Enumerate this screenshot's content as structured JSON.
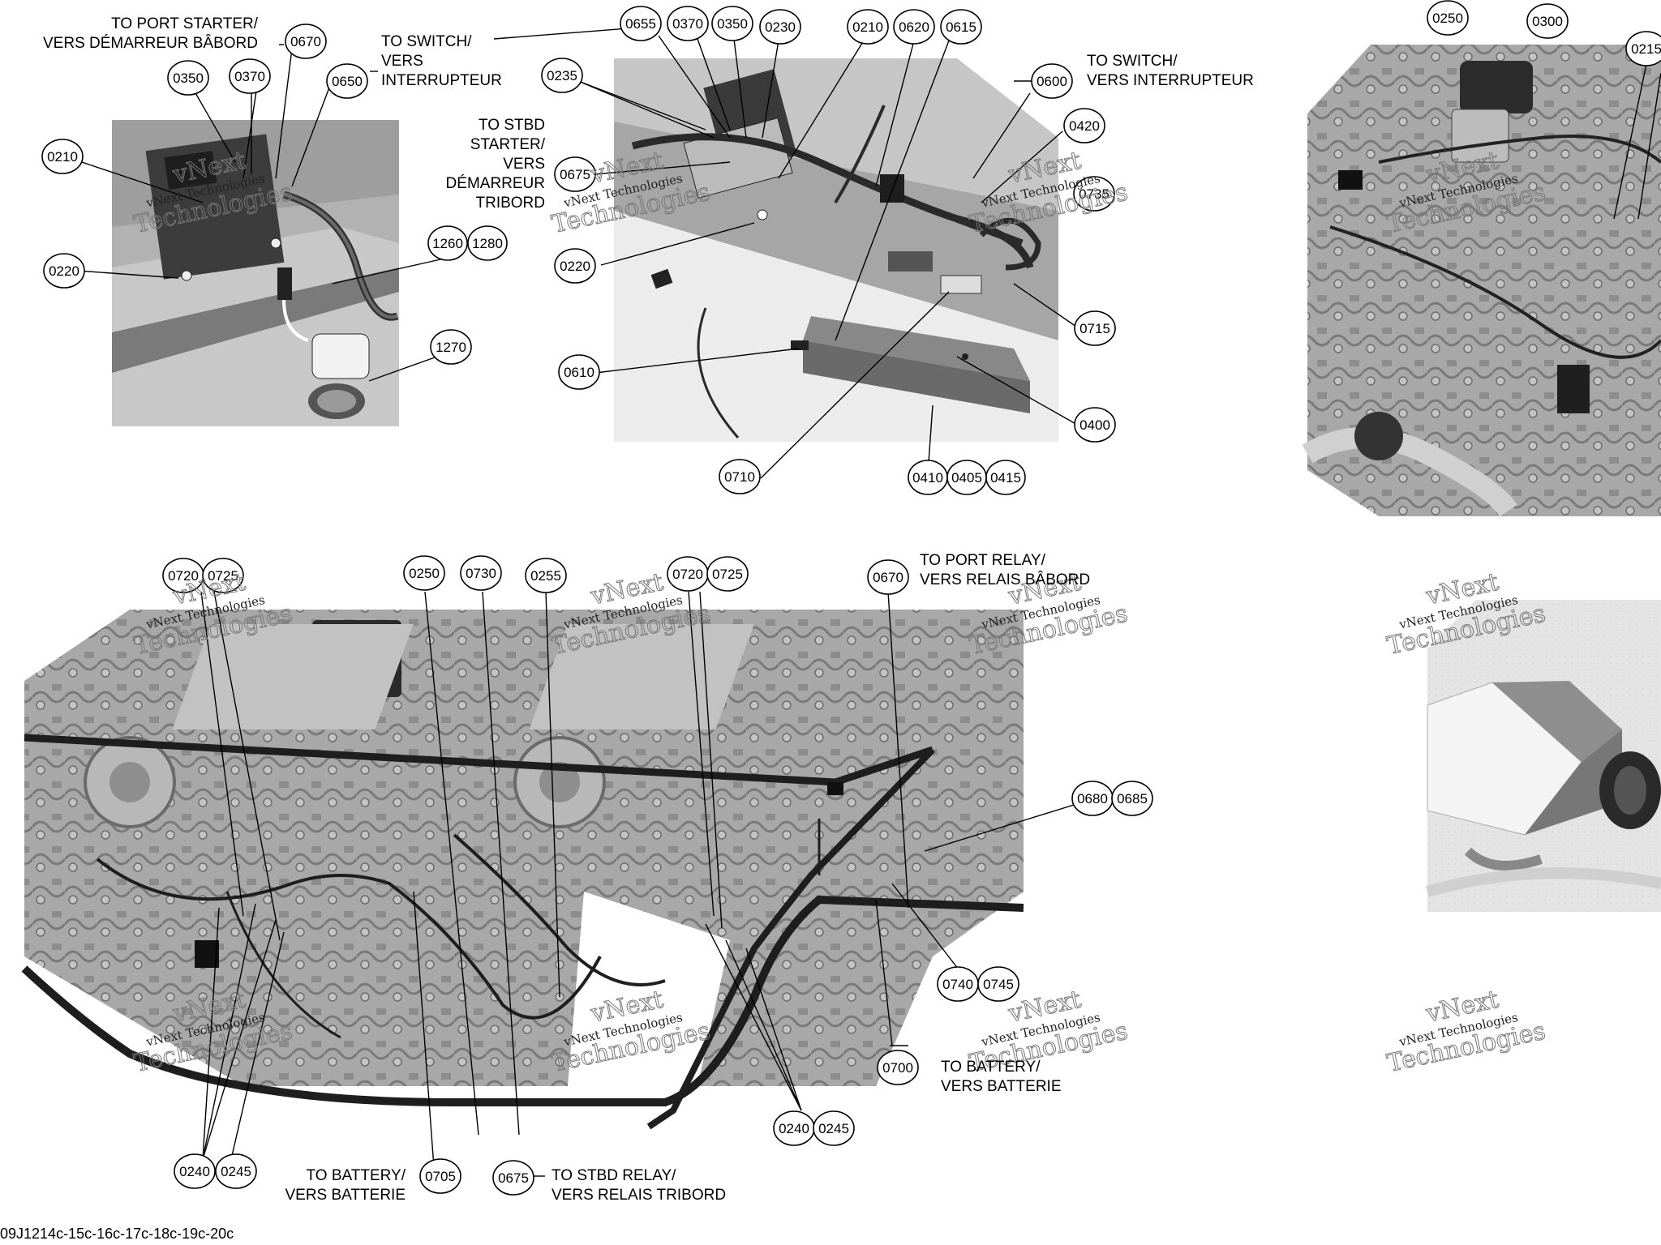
{
  "watermark": {
    "line1": "vNext",
    "line2": "vNext Technologies",
    "line3": "Technologies"
  },
  "footer": "09J1214c-15c-16c-17c-18c-19c-20c",
  "captions": {
    "port_starter": [
      "TO PORT STARTER/",
      "VERS DÉMARREUR BÂBORD"
    ],
    "switch_a": [
      "TO SWITCH/",
      "VERS",
      "INTERRUPTEUR"
    ],
    "stbd_starter": [
      "TO STBD",
      "STARTER/",
      "VERS",
      "DÉMARREUR",
      "TRIBORD"
    ],
    "switch_b": [
      "TO SWITCH/",
      "VERS INTERRUPTEUR"
    ],
    "port_relay": [
      "TO PORT RELAY/",
      "VERS RELAIS BÂBORD"
    ],
    "battery_a": [
      "TO BATTERY/",
      "VERS BATTERIE"
    ],
    "battery_b": [
      "TO BATTERY/",
      "VERS BATTERIE"
    ],
    "stbd_relay": [
      "TO STBD RELAY/",
      "VERS RELAIS TRIBORD"
    ]
  },
  "callouts": [
    "0670",
    "0350",
    "0370",
    "0650",
    "0210",
    "0220",
    "1260",
    "1280",
    "1270",
    "0655",
    "0370",
    "0350",
    "0230",
    "0210",
    "0620",
    "0615",
    "0235",
    "0675",
    "0220",
    "0600",
    "0420",
    "0735",
    "0715",
    "0610",
    "0400",
    "0710",
    "0410",
    "0405",
    "0415",
    "0250",
    "0300",
    "0215",
    "0720",
    "0725",
    "0250",
    "0730",
    "0255",
    "0720",
    "0725",
    "0670",
    "0680",
    "0685",
    "0740",
    "0745",
    "0700",
    "0240",
    "0245",
    "0240",
    "0245",
    "0705",
    "0675"
  ]
}
